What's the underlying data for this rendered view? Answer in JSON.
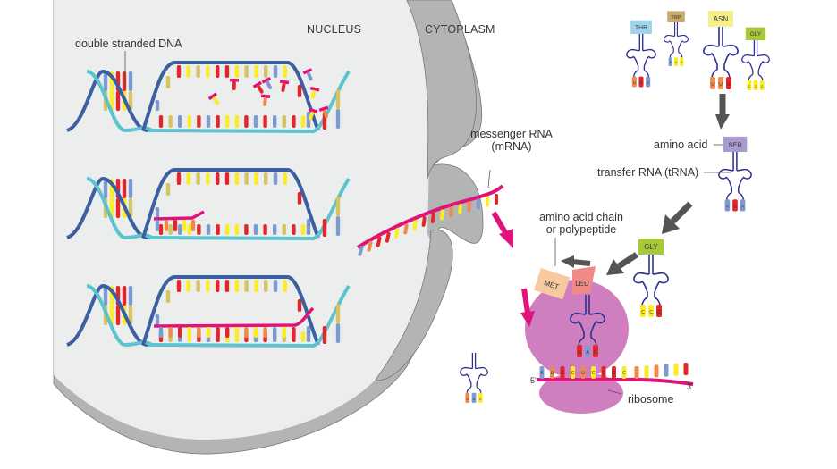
{
  "regions": {
    "nucleus": "NUCLEUS",
    "cytoplasm": "CYTOPLASM"
  },
  "labels": {
    "double_stranded_dna": "double stranded DNA",
    "messenger_rna_line1": "messenger RNA",
    "messenger_rna_line2": "(mRNA)",
    "amino_acid": "amino acid",
    "transfer_rna": "transfer RNA (tRNA)",
    "polypeptide_line1": "amino acid chain",
    "polypeptide_line2": "or polypeptide",
    "ribosome": "ribosome",
    "five_prime": "5'",
    "three_prime": "3'"
  },
  "amino_acids": {
    "thr": {
      "name": "THR",
      "color": "#9fd3ee",
      "anticodon": [
        "U",
        "G",
        "A"
      ]
    },
    "trp": {
      "name": "TRP",
      "color": "#c9a86a",
      "anticodon": [
        "A",
        "C",
        "C"
      ]
    },
    "asn": {
      "name": "ASN",
      "color": "#f7f08a",
      "anticodon": [
        "U",
        "U",
        "G"
      ]
    },
    "gly_top": {
      "name": "GLY",
      "color": "#a8c83a",
      "anticodon": [
        "C",
        "C",
        "C"
      ]
    },
    "ser": {
      "name": "SER",
      "color": "#a99bd0",
      "anticodon": [
        "A",
        "G",
        "A"
      ]
    },
    "gly_mid": {
      "name": "GLY",
      "color": "#a8c83a",
      "anticodon": [
        "C",
        "C",
        "G"
      ]
    },
    "met": {
      "name": "MET",
      "color": "#f6c9a0"
    },
    "leu": {
      "name": "LEU",
      "color": "#ef8a86"
    }
  },
  "released_trna": {
    "anticodon": [
      "U",
      "A",
      "C"
    ]
  },
  "ribosome_site": {
    "trna_anticodon": [
      "G",
      "A",
      "G"
    ],
    "mrna_codons": [
      "A",
      "U",
      "G",
      "C",
      "U",
      "C",
      "G",
      "G",
      "C"
    ]
  },
  "colors": {
    "nucleus_fill": "#eceeee",
    "membrane": "#b3b4b4",
    "dna_strand_a": "#3b5fa0",
    "dna_strand_b": "#5cc3cf",
    "mrna_backbone": "#e0137a",
    "ribosome": "#cf7fc0",
    "trna": "#2e2f8e",
    "arrow_gray": "#555555",
    "arrow_pink": "#e0137a",
    "base_red": "#e3262b",
    "base_yellow": "#fbed21",
    "base_blue": "#7e9bd1",
    "base_olive": "#d4c463",
    "base_orange": "#f08a4b"
  }
}
